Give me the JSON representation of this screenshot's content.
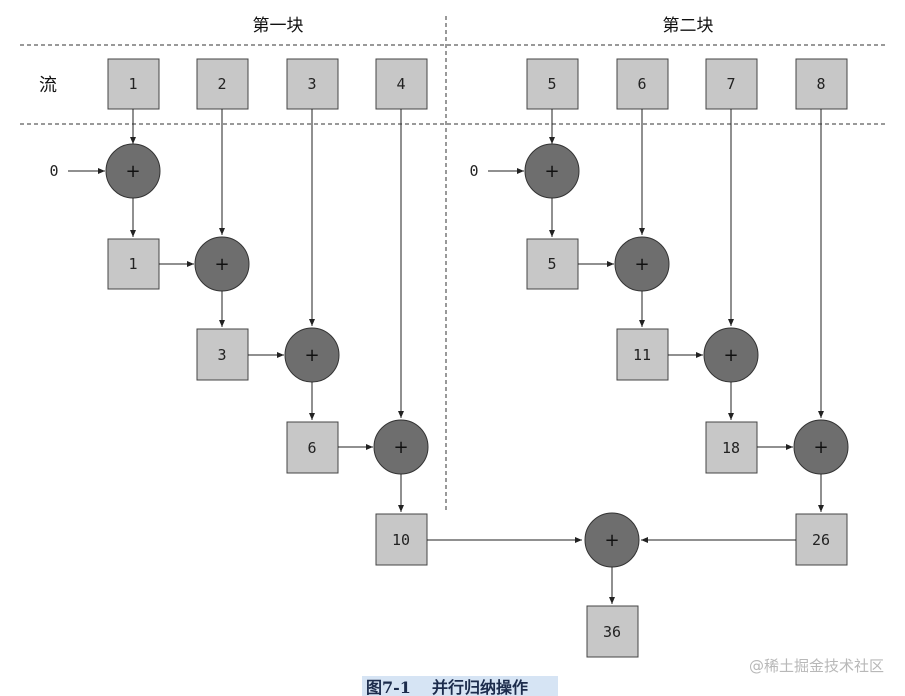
{
  "headers": {
    "block1": "第一块",
    "block2": "第二块"
  },
  "stream_label": "流",
  "stream": [
    "1",
    "2",
    "3",
    "4",
    "5",
    "6",
    "7",
    "8"
  ],
  "block1": {
    "init": "0",
    "partials": [
      "1",
      "3",
      "6",
      "10"
    ]
  },
  "block2": {
    "init": "0",
    "partials": [
      "5",
      "11",
      "18",
      "26"
    ]
  },
  "plus_symbol": "+",
  "total": "36",
  "caption": {
    "figure": "图7-1",
    "title": "并行归纳操作"
  },
  "watermark": "@稀土掘金技术社区"
}
